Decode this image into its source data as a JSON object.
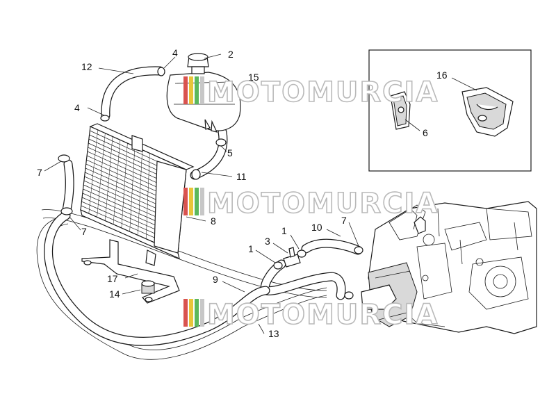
{
  "diagram": {
    "labels": [
      "2",
      "4",
      "12",
      "15",
      "4",
      "7",
      "7",
      "5",
      "11",
      "8",
      "16",
      "6",
      "1",
      "10",
      "7",
      "1",
      "3",
      "9",
      "17",
      "14",
      "13"
    ]
  },
  "watermark": {
    "text": "MOTOMURCIA",
    "colors": [
      "#d9534f",
      "#e8c53a",
      "#5cb85c",
      "#c7c7c7"
    ]
  }
}
